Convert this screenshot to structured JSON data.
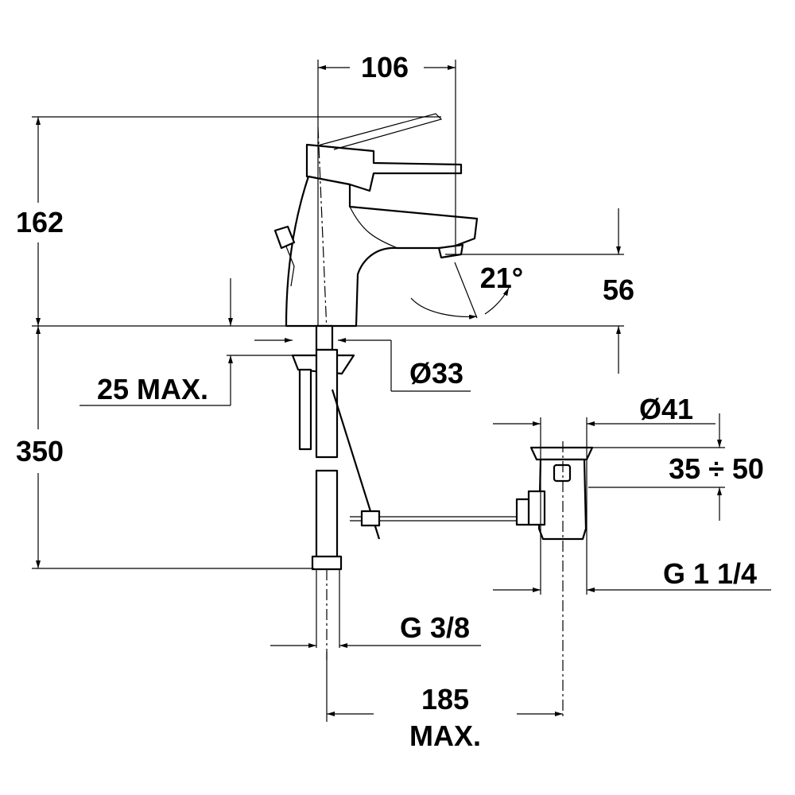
{
  "drawing": {
    "spout_reach": "106",
    "total_height": "162",
    "handle_angle": "21°",
    "spout_height": "56",
    "deck_thickness": "25 MAX.",
    "hole_diameter": "Ø33",
    "hose_length": "350",
    "waste_diameter": "Ø41",
    "waste_range": "35 ÷ 50",
    "waste_thread": "G 1 1/4",
    "supply_thread": "G 3/8",
    "rod_distance": "185",
    "rod_distance_note": "MAX."
  }
}
